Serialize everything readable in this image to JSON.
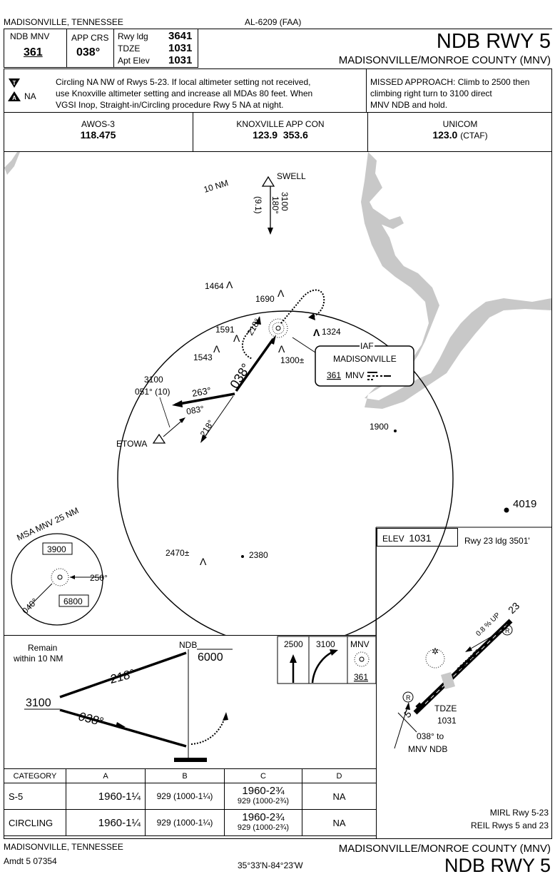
{
  "header": {
    "city_state": "MADISONVILLE, TENNESSEE",
    "procedure_id": "AL-6209 (FAA)",
    "title": "NDB RWY 5",
    "airport": "MADISONVILLE/MONROE COUNTY (MNV)"
  },
  "briefing": {
    "ndb_label": "NDB MNV",
    "ndb_freq": "361",
    "app_crs_label": "APP CRS",
    "app_crs": "038°",
    "rwy_ldg_label": "Rwy ldg",
    "rwy_ldg": "3641",
    "tdze_label": "TDZE",
    "tdze": "1031",
    "apt_elev_label": "Apt Elev",
    "apt_elev": "1031",
    "na_label": "NA",
    "notes_line1": "Circling NA NW of Rwys 5-23. If local altimeter setting not received,",
    "notes_line2": "use Knoxville altimeter setting and increase all MDAs 80 feet. When",
    "notes_line3": "VGSI Inop, Straight-in/Circling procedure Rwy 5 NA at night.",
    "missed_line1": "MISSED APPROACH:  Climb to 2500 then",
    "missed_line2": "climbing right turn to 3100 direct",
    "missed_line3": "MNV NDB and hold."
  },
  "comms": [
    {
      "name": "AWOS-3",
      "freq": "118.475",
      "extra": ""
    },
    {
      "name": "KNOXVILLE APP CON",
      "freq": "123.9  353.6",
      "extra": ""
    },
    {
      "name": "UNICOM",
      "freq": "123.0",
      "extra": "(CTAF)"
    }
  ],
  "plan": {
    "ring_label": "10 NM",
    "swell": "SWELL",
    "swell_alt": "3100",
    "swell_crs": "180°",
    "swell_dist": "(9.1)",
    "obstacles": [
      "1464",
      "1690",
      "1591",
      "1324",
      "1543",
      "1300±",
      "1900",
      "4019",
      "2470±",
      "2380"
    ],
    "iaf_label": "IAF",
    "iaf_name": "MADISONVILLE",
    "iaf_freq": "361",
    "iaf_id": "MNV",
    "crs_218": "218°",
    "crs_038": "038°",
    "crs_263": "263°",
    "crs_083": "083°",
    "crs_218b": "218°",
    "etowa": "ETOWA",
    "etowa_alt": "3100",
    "etowa_crs": "051° (10)",
    "msa_label": "MSA MNV 25 NM",
    "msa_alt1": "3900",
    "msa_alt2": "6800",
    "msa_b1": "250°",
    "msa_b2": "040°"
  },
  "airport_sketch": {
    "elev_label": "ELEV",
    "elev": "1031",
    "rwy23": "Rwy 23 ldg 3501'",
    "gradient": "0.8 % UP",
    "dims": "3641 X 75",
    "rwy_num_23": "23",
    "rwy_num_5": "5",
    "tdze_label": "TDZE",
    "tdze": "1031",
    "crs_note1": "038° to",
    "crs_note2": "MNV NDB",
    "lighting1": "MIRL Rwy 5-23",
    "lighting2": "REIL Rwys 5 and 23"
  },
  "profile": {
    "remain1": "Remain",
    "remain2": "within 10 NM",
    "ndb": "NDB",
    "alt_6000": "6000",
    "alt_3100": "3100",
    "crs_218": "218°",
    "crs_038": "038°",
    "icon_2500": "2500",
    "icon_3100": "3100",
    "icon_mnv": "MNV",
    "icon_361": "361"
  },
  "minimums": {
    "headers": [
      "CATEGORY",
      "A",
      "B",
      "C",
      "D"
    ],
    "rows": [
      {
        "cat": "S-5",
        "a": "1960-1¼",
        "b": "929 (1000-1¼)",
        "c1": "1960-2¾",
        "c2": "929 (1000-2¾)",
        "d": "NA"
      },
      {
        "cat": "CIRCLING",
        "a": "1960-1¼",
        "b": "929 (1000-1¼)",
        "c1": "1960-2¾",
        "c2": "929 (1000-2¾)",
        "d": "NA"
      }
    ]
  },
  "footer": {
    "city_state": "MADISONVILLE, TENNESSEE",
    "amdt": "Amdt 5  07354",
    "coords": "35°33'N-84°23'W",
    "airport": "MADISONVILLE/MONROE COUNTY (MNV)",
    "title": "NDB RWY 5"
  }
}
